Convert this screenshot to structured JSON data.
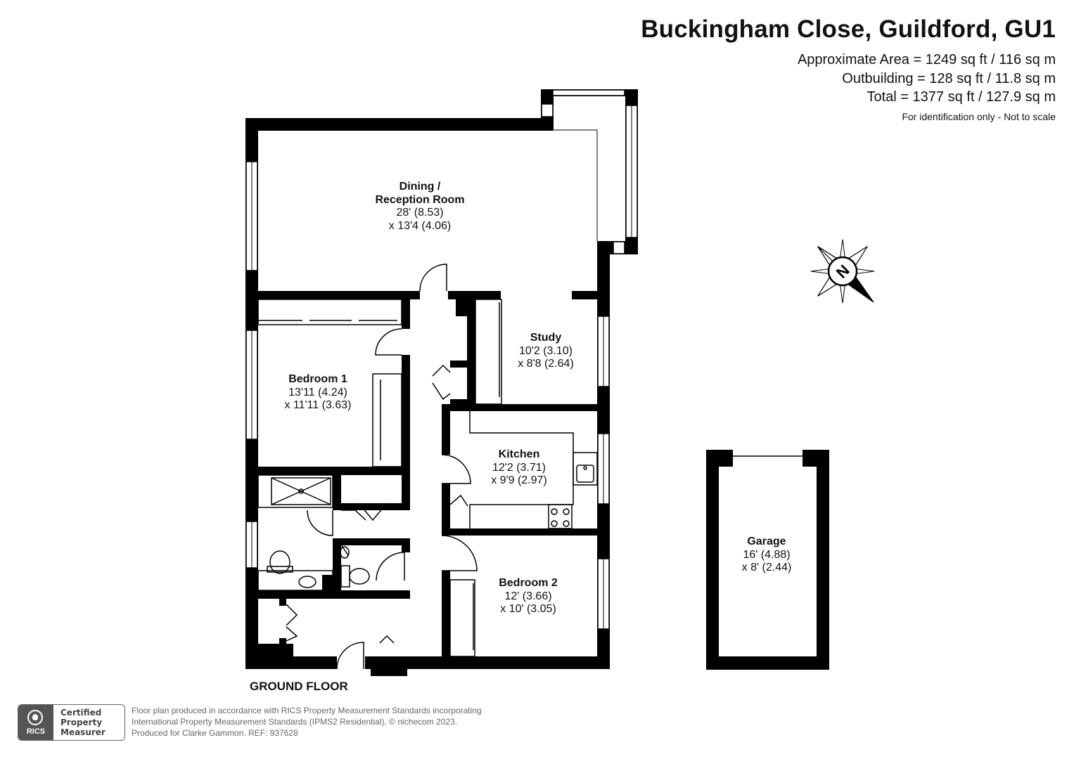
{
  "header": {
    "title": "Buckingham Close, Guildford, GU1",
    "area_lines": [
      "Approximate Area = 1249 sq ft / 116 sq m",
      "Outbuilding = 128 sq ft / 11.8 sq m",
      "Total = 1377 sq ft / 127.9 sq m"
    ],
    "note": "For identification only - Not to scale"
  },
  "rooms": {
    "dining": {
      "name_lines": [
        "Dining /",
        "Reception Room"
      ],
      "dim1": "28' (8.53)",
      "dim2": "x 13'4 (4.06)"
    },
    "study": {
      "name": "Study",
      "dim1": "10'2 (3.10)",
      "dim2": "x 8'8 (2.64)"
    },
    "bedroom1": {
      "name": "Bedroom 1",
      "dim1": "13'11 (4.24)",
      "dim2": "x 11'11 (3.63)"
    },
    "kitchen": {
      "name": "Kitchen",
      "dim1": "12'2 (3.71)",
      "dim2": "x 9'9 (2.97)"
    },
    "bedroom2": {
      "name": "Bedroom 2",
      "dim1": "12' (3.66)",
      "dim2": "x 10' (3.05)"
    },
    "garage": {
      "name": "Garage",
      "dim1": "16' (4.88)",
      "dim2": "x 8' (2.44)"
    }
  },
  "floor_label": "GROUND FLOOR",
  "compass": {
    "letter": "N"
  },
  "badge": {
    "logo_text": "RICS",
    "lines": [
      "Certified",
      "Property",
      "Measurer"
    ]
  },
  "footer": {
    "lines": [
      "Floor plan produced in accordance with RICS Property Measurement Standards incorporating",
      "International Property Measurement Standards (IPMS2 Residential).   © nichecom 2023.",
      "Produced for Clarke Gammon.   REF: 937628"
    ]
  },
  "colors": {
    "wall": "#000000",
    "window": "#ffffff",
    "text": "#111111",
    "footer_text": "#666666",
    "badge_logo": "#555555"
  }
}
